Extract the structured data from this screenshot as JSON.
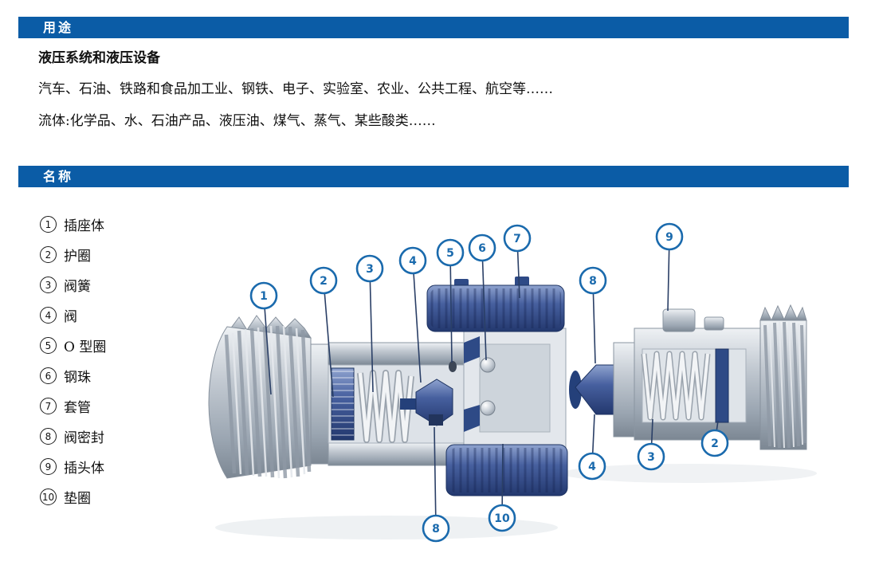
{
  "usage": {
    "title": "用途",
    "line1": "液压系统和液压设备",
    "line2": "汽车、石油、铁路和食品加工业、钢铁、电子、实验室、农业、公共工程、航空等……",
    "line3": "流体:化学品、水、石油产品、液压油、煤气、蒸气、某些酸类……"
  },
  "names": {
    "title": "名称",
    "items": [
      {
        "num": "1",
        "label": "插座体"
      },
      {
        "num": "2",
        "label": "护圈"
      },
      {
        "num": "3",
        "label": "阀簧"
      },
      {
        "num": "4",
        "label": "阀"
      },
      {
        "num": "5",
        "label": "O 型圈"
      },
      {
        "num": "6",
        "label": "钢珠"
      },
      {
        "num": "7",
        "label": "套管"
      },
      {
        "num": "8",
        "label": "阀密封"
      },
      {
        "num": "9",
        "label": "插头体"
      },
      {
        "num": "10",
        "label": "垫圈"
      }
    ]
  },
  "diagram": {
    "callouts": [
      {
        "num": "1"
      },
      {
        "num": "2"
      },
      {
        "num": "3"
      },
      {
        "num": "4"
      },
      {
        "num": "5"
      },
      {
        "num": "6"
      },
      {
        "num": "7"
      },
      {
        "num": "8"
      },
      {
        "num": "9"
      },
      {
        "num": "8"
      },
      {
        "num": "10"
      },
      {
        "num": "4"
      },
      {
        "num": "3"
      },
      {
        "num": "2"
      }
    ]
  },
  "colors": {
    "header_blue": "#0b5ca6",
    "callout_blue": "#1a6aad",
    "leader_line": "#2a3f66",
    "part_navy": "#2e4a86"
  }
}
